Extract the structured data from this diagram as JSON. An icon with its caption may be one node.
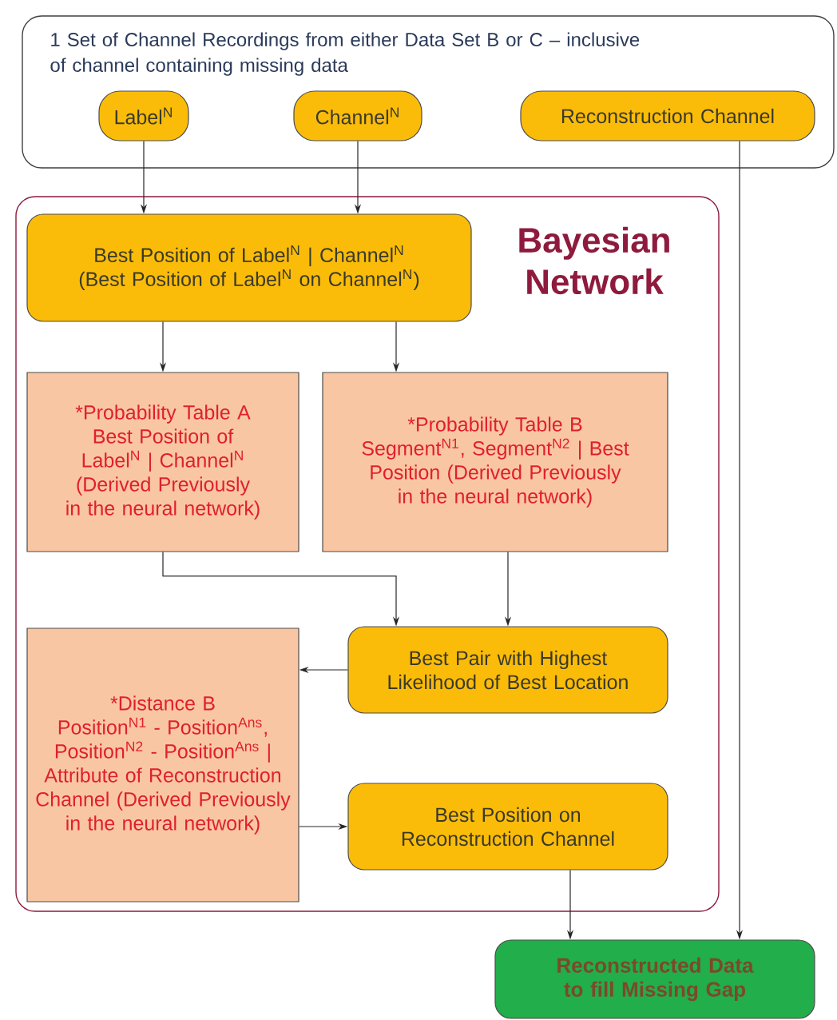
{
  "diagram": {
    "nodes": [
      {
        "text": [
          "1 Set of Channel Recordings from either Data Set B or C – inclusive of channel containing missing data"
        ]
      },
      {
        "text": [
          "Label$^{N}$"
        ],
        "in": 0
      },
      {
        "text": [
          "Channel$^{N}$"
        ],
        "in": 0
      },
      {
        "text": [
          "Reconstruction Channel"
        ],
        "in": 0
      },
      {
        "text": [
          "Bayesian Network"
        ]
      },
      {
        "text": [
          "Best Position of Label$^{N}$ | Channel$^{N}$ (Best Position of Label$^{N}$ on Channel$^{N}$)"
        ],
        "in": 4
      },
      {
        "text": [
          "*Probability Table A",
          "Best Position of Label$^{N}$ | Channel$^{N}$ (Derived Previously in the neural network)"
        ],
        "in": 4
      },
      {
        "text": [
          "*Probability Table B",
          "Segment$^{N1}$, Segment$^{N2}$ | Best Position (Derived Previously in the neural network)"
        ],
        "in": 4
      },
      {
        "text": [
          "Best Pair with Highest Likelihood of Best Location"
        ],
        "in": 4
      },
      {
        "text": [
          "*Distance B",
          "Position$^{N1}$ - Position$^{Ans}$, Position$^{N2}$ - Position$^{Ans}$ | Attribute of Reconstruction Channel (Derived Previously in the neural network)"
        ],
        "in": 4
      },
      {
        "text": [
          "Best Position on Reconstruction Channel"
        ],
        "in": 4
      },
      {
        "text": [
          "Reconstructed Data to fill Missing Gap"
        ]
      }
    ],
    "edges": [
      {
        "from": 1,
        "to": 5,
        "arrow": "to"
      },
      {
        "from": 2,
        "to": 5,
        "arrow": "to"
      },
      {
        "from": 5,
        "to": 6,
        "arrow": "to"
      },
      {
        "from": 5,
        "to": 7,
        "arrow": "to"
      },
      {
        "from": 6,
        "to": 8,
        "arrow": "to"
      },
      {
        "from": 7,
        "to": 8,
        "arrow": "to"
      },
      {
        "from": 8,
        "to": 9,
        "arrow": "to"
      },
      {
        "from": 9,
        "to": 10,
        "arrow": "to"
      },
      {
        "from": 10,
        "to": 11,
        "arrow": "to"
      },
      {
        "from": 3,
        "to": 11,
        "arrow": "to"
      }
    ]
  }
}
